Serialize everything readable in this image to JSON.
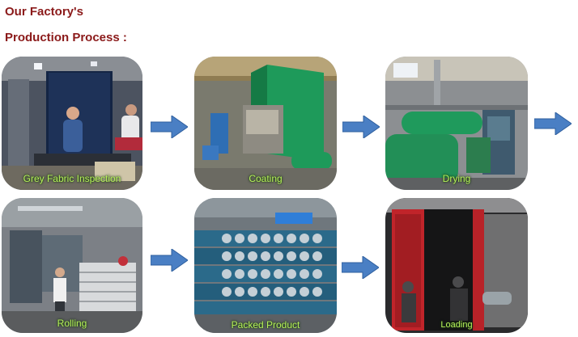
{
  "header": {
    "line1": "Our Factory's",
    "line2": "Production Process :"
  },
  "steps": [
    {
      "label": "Grey Fabric Inspection"
    },
    {
      "label": "Coating"
    },
    {
      "label": "Drying"
    },
    {
      "label": "Rolling"
    },
    {
      "label": "Packed Product"
    },
    {
      "label": "Loading"
    }
  ],
  "colors": {
    "title": "#8b1a1a",
    "arrow": "#4a7fc4",
    "caption": "#b6f05a",
    "coating_machine": "#1e9a5a",
    "truck": "#c0242a"
  },
  "icons": {
    "arrow": "arrow-right-icon"
  }
}
